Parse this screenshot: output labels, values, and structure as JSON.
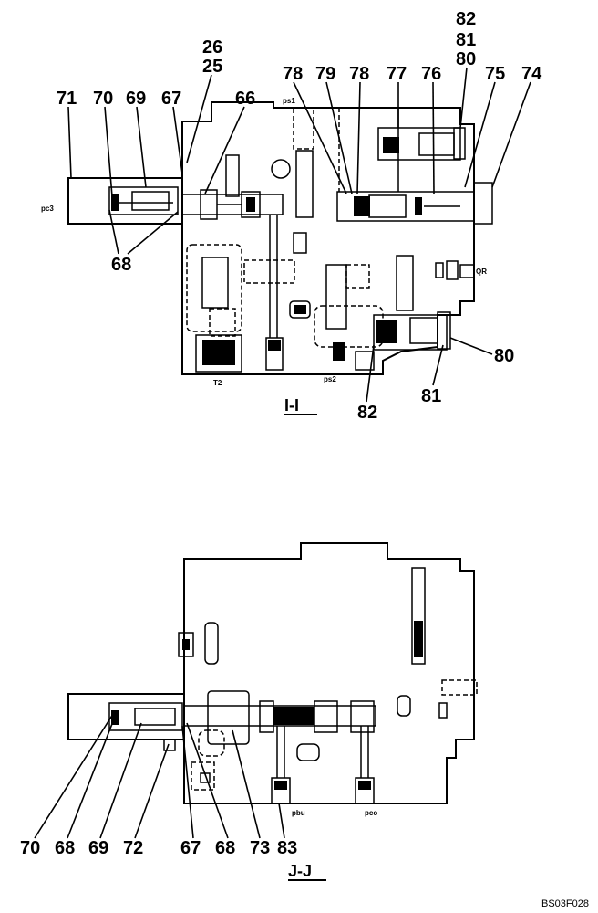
{
  "views": {
    "upper": {
      "section_label": "I-I",
      "callouts": [
        "82",
        "81",
        "80",
        "26",
        "25",
        "71",
        "70",
        "69",
        "67",
        "66",
        "78",
        "79",
        "78",
        "77",
        "76",
        "75",
        "74",
        "68",
        "80",
        "81",
        "82"
      ],
      "ports": [
        "pc3",
        "ps1",
        "QR",
        "T2",
        "ps2"
      ]
    },
    "lower": {
      "section_label": "J-J",
      "callouts": [
        "70",
        "68",
        "69",
        "72",
        "67",
        "68",
        "73",
        "83"
      ],
      "ports": [
        "pbu",
        "pco"
      ]
    }
  },
  "figure_ref": "BS03F028"
}
